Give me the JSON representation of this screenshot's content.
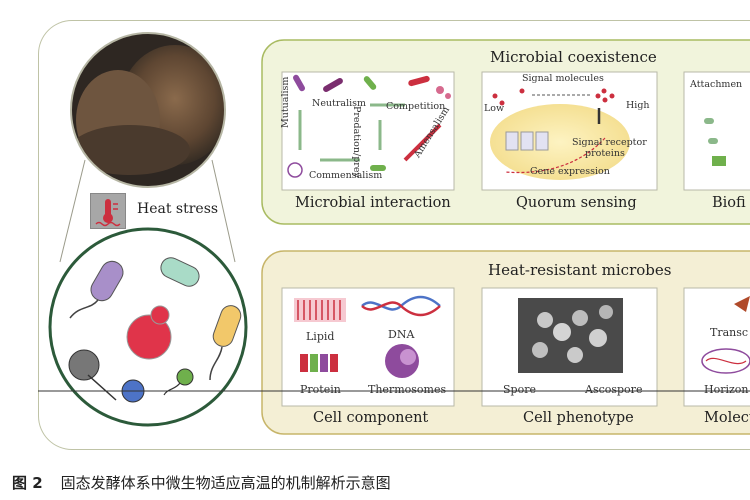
{
  "diagram": {
    "heat_stress_label": "Heat stress",
    "coexistence": {
      "title": "Microbial coexistence",
      "interaction": {
        "caption": "Microbial interaction",
        "labels": {
          "neutralism": "Neutralism",
          "competition": "Competition",
          "mutualism": "Mutualism",
          "predation": "Predation/prey",
          "amensalism": "Amensalism",
          "commensalism": "Commensalism"
        }
      },
      "quorum": {
        "caption": "Quorum sensing",
        "labels": {
          "signal_molecules": "Signal molecules",
          "low": "Low",
          "high": "High",
          "signal_receptor": "Signal receptor",
          "proteins": "proteins",
          "gene_expression": "Gene expression"
        }
      },
      "biofilm": {
        "caption": "Biofi",
        "attachment": "Attachmen"
      }
    },
    "heat_resistant": {
      "title": "Heat-resistant microbes",
      "component": {
        "caption": "Cell component",
        "labels": {
          "lipid": "Lipid",
          "dna": "DNA",
          "protein": "Protein",
          "thermosomes": "Thermosomes"
        }
      },
      "phenotype": {
        "caption": "Cell phenotype",
        "labels": {
          "spore": "Spore",
          "ascospore": "Ascospore"
        }
      },
      "molecular": {
        "caption": "Molecu",
        "labels": {
          "transc": "Transc",
          "horizon": "Horizon"
        }
      }
    }
  },
  "figure_caption": {
    "number": "图 2",
    "text": "固态发酵体系中微生物适应高温的机制解析示意图"
  },
  "colors": {
    "panel_fill": "#f1f4dc",
    "panel_border": "#a9bb62",
    "lower_panel_fill": "#f4efd5",
    "lower_panel_border": "#c7b56a",
    "circle_border": "#2c5a3a",
    "red": "#cc2f3f",
    "green": "#6fb04c",
    "purple": "#8e4b9d"
  }
}
